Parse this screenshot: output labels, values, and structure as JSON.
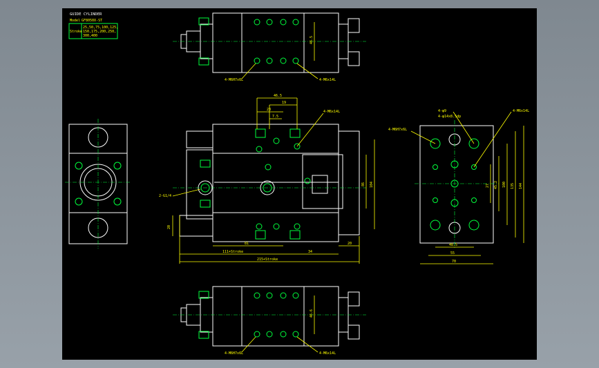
{
  "title_block": {
    "title": "GUIDE CYLINDER",
    "model_label": "Model",
    "model_value": "GF8050X-ST",
    "stroke_label": "Stroke",
    "stroke_values": [
      "25,50,75,100,125,",
      "150,175,200,250,",
      "300,400"
    ]
  },
  "labels": {
    "top_bolt_left": "4-M6H7x6L",
    "top_bolt_right": "4-M6x14L",
    "top_dim": "46.5",
    "front_dim_465": "46.5",
    "front_dim_19": "19",
    "front_dim_23": "23",
    "front_dim_75": "7.5",
    "front_callout": "4-M6x14L",
    "port": "2-G1/4",
    "dim_20_left": "20",
    "dim_81": "81",
    "dim_34": "34",
    "dim_20_right": "20",
    "dim_111": "111+Stroke",
    "dim_215": "215+Stroke",
    "dim_86": "86",
    "dim_104": "104",
    "side_callout_left": "4-M6H7x6L",
    "side_callout_phi": "4-φ9",
    "side_callout_cbore": "4-φ14x8.5dp",
    "side_callout_right": "4-M6x14L",
    "dim_27": "27",
    "dim_452": "45.2",
    "dim_100": "100",
    "dim_135": "135",
    "dim_144": "144",
    "dim_485": "48.5",
    "dim_55": "55",
    "dim_70": "70",
    "bot_bolt_left": "4-M6H7x6L",
    "bot_bolt_right": "4-M6x14L",
    "bot_dim": "46.6"
  }
}
